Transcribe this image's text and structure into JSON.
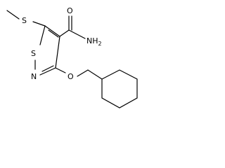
{
  "molecule": {
    "atoms": {
      "s_methylthio": "S",
      "s_ring": "S",
      "n_ring": "N",
      "o_ether": "O",
      "o_amide": "O",
      "nh2_main": "NH",
      "nh2_sub": "2"
    }
  }
}
